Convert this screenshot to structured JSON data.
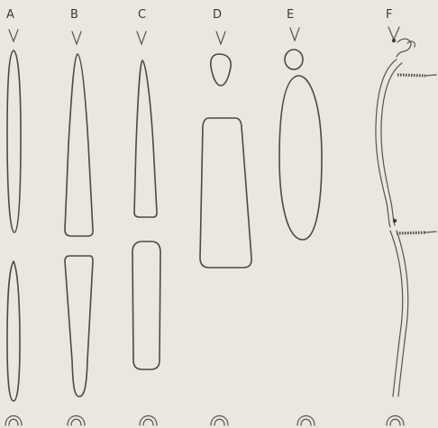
{
  "plate": {
    "background": "#e9e7e0",
    "ink": "#4a4a47"
  },
  "panels": [
    {
      "id": "a",
      "label": "A"
    },
    {
      "id": "b",
      "label": "B"
    },
    {
      "id": "c",
      "label": "C"
    },
    {
      "id": "d",
      "label": "D"
    },
    {
      "id": "e",
      "label": "E"
    },
    {
      "id": "f",
      "label": "F"
    }
  ]
}
